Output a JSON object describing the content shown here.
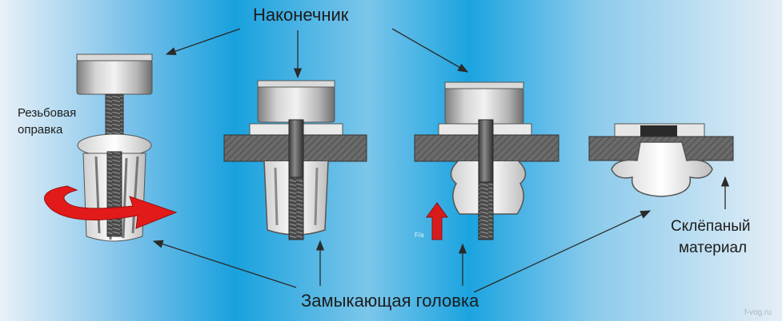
{
  "labels": {
    "tip": "Наконечник",
    "mandrel_line1": "Резьбовая",
    "mandrel_line2": "оправка",
    "locking_head": "Замыкающая головка",
    "riveted_line1": "Склёпаный",
    "riveted_line2": "материал",
    "force": "F/a",
    "watermark": "f-vog.ru"
  },
  "colors": {
    "rotation_arrow": "#e21a1a",
    "force_arrow": "#d81c1c",
    "plate": "#6a6a6a"
  }
}
